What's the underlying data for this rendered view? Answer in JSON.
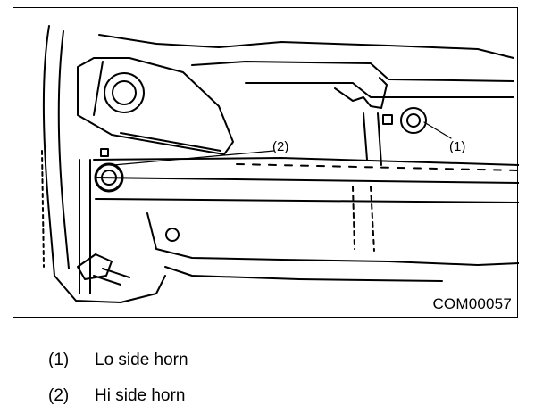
{
  "figure": {
    "code": "COM00057",
    "callouts": [
      {
        "id": "1",
        "label": "(1)"
      },
      {
        "id": "2",
        "label": "(2)"
      }
    ]
  },
  "legend": [
    {
      "number": "(1)",
      "text": "Lo side horn"
    },
    {
      "number": "(2)",
      "text": "Hi side horn"
    }
  ]
}
